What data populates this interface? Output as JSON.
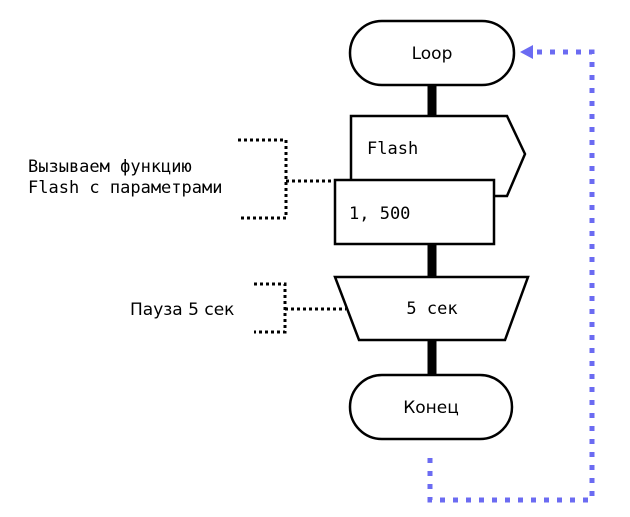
{
  "diagram": {
    "nodes": {
      "start": {
        "label": "Loop",
        "shape": "terminator"
      },
      "call": {
        "name": "Flash",
        "params": "1, 500",
        "shape": "subroutine-call"
      },
      "pause": {
        "label": "5 сек",
        "shape": "pause"
      },
      "end": {
        "label": "Конец",
        "shape": "terminator"
      }
    },
    "comments": {
      "call": {
        "lines": [
          "Вызываем функцию",
          "Flash с параметрами"
        ]
      },
      "pause": {
        "lines": [
          "Пауза 5 сек"
        ]
      }
    },
    "loop_arrow_color": "#6b6bf2"
  }
}
